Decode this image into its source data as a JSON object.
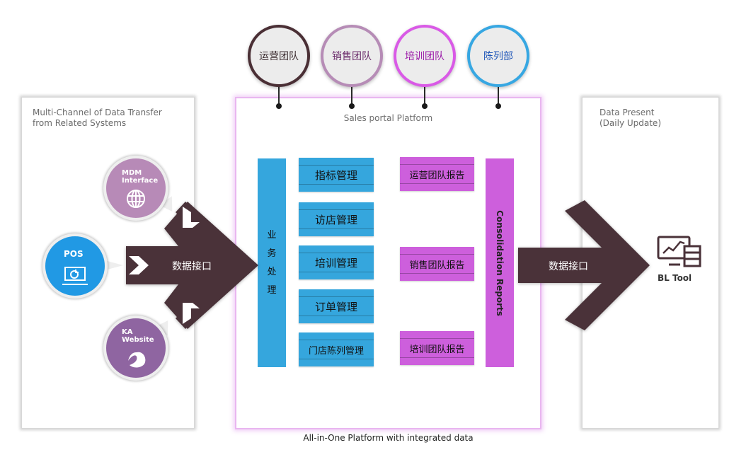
{
  "left_panel": {
    "title": "Multi-Channel of Data Transfer\nfrom Related Systems",
    "sources": [
      {
        "label": "MDM\nInterface",
        "icon": "globe-icon",
        "color": "#b78ab7"
      },
      {
        "label": "POS",
        "icon": "monitor-pie-chart-icon",
        "color": "#2199e4"
      },
      {
        "label": "KA\nWebsite",
        "icon": "bird-swirl-icon",
        "color": "#8f65a1"
      }
    ],
    "arrow_label": "数据接口"
  },
  "teams": [
    {
      "label": "运营团队",
      "border_color": "#4a2f35",
      "text_color": "#3a2a2e"
    },
    {
      "label": "销售团队",
      "border_color": "#b68cb6",
      "text_color": "#6a2a6a"
    },
    {
      "label": "培训团队",
      "border_color": "#d95ae6",
      "text_color": "#9b1aa8"
    },
    {
      "label": "陈列部",
      "border_color": "#37a7e2",
      "text_color": "#1f56b8"
    }
  ],
  "platform": {
    "title": "Sales portal Platform",
    "business_column_chars": [
      "业",
      "务",
      "处",
      "理"
    ],
    "modules": [
      "指标管理",
      "访店管理",
      "培训管理",
      "订单管理",
      "门店陈列管理"
    ],
    "reports": [
      "运营团队报告",
      "销售团队报告",
      "培训团队报告"
    ],
    "consolidation_label": "Consolidation Reports",
    "caption": "All-in-One Platform with integrated data"
  },
  "right_panel": {
    "title": "Data Present\n(Daily Update)",
    "arrow_label": "数据接口",
    "tool_label": "BL Tool",
    "tool_icon": "monitor-chart-icon"
  },
  "colors": {
    "arrow": "#4a3239",
    "blue": "#35a6dd",
    "purple": "#cd5fdc",
    "platform_border": "#e9b6f0"
  }
}
